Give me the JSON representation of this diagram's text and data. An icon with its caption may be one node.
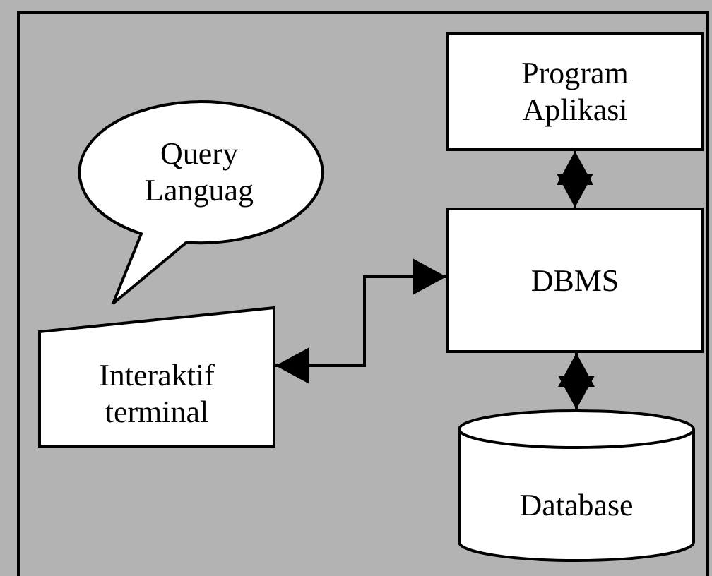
{
  "diagram": {
    "nodes": [
      {
        "text": [
          "Program Aplikasi"
        ]
      },
      {
        "text": [
          "Query Languag"
        ]
      },
      {
        "text": [
          "DBMS"
        ]
      },
      {
        "text": [
          "Interaktif terminal"
        ]
      },
      {
        "text": [
          "Database"
        ]
      }
    ],
    "edges": [
      {
        "from": 0,
        "to": 2,
        "arrow": "both"
      },
      {
        "from": 2,
        "to": 3,
        "arrow": "both"
      },
      {
        "from": 2,
        "to": 4,
        "arrow": "both"
      }
    ]
  }
}
